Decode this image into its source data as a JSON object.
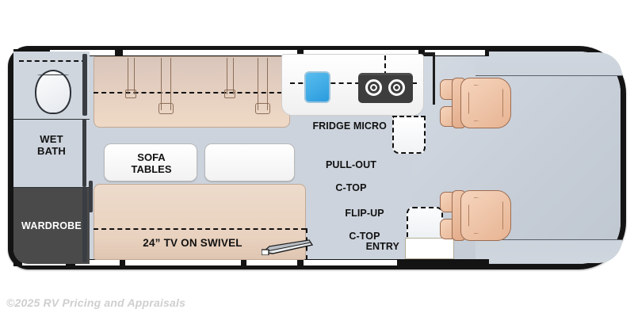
{
  "floorplan": {
    "watermark": "©2025 RV Pricing and Appraisals",
    "colors": {
      "floor": "#ccd3dc",
      "wall": "#131313",
      "bed": "#e9d2bf",
      "wardrobe": "#4a4a4a",
      "seat": "#e7b493",
      "sink": "#2a9bdd",
      "stove": "#3d3d3d",
      "table": "#ffffff"
    },
    "rooms": [
      {
        "id": "wet-bath",
        "label": "WET\nBATH",
        "label_line1": "WET",
        "label_line2": "BATH"
      },
      {
        "id": "wardrobe",
        "label": "WARDROBE"
      }
    ],
    "labels": {
      "wet_bath_1": "WET",
      "wet_bath_2": "BATH",
      "wardrobe": "WARDROBE",
      "sofa_tables_1": "SOFA",
      "sofa_tables_2": "TABLES",
      "tv": "24” TV ON SWIVEL",
      "fridge_micro": "FRIDGE MICRO",
      "pull_out_1": "PULL-OUT",
      "pull_out_2": "C-TOP",
      "flip_up_1": "FLIP-UP",
      "flip_up_2": "C-TOP",
      "entry": "ENTRY"
    },
    "fixtures": [
      {
        "id": "toilet",
        "name": "toilet"
      },
      {
        "id": "sink",
        "name": "kitchen-sink"
      },
      {
        "id": "stove",
        "name": "two-burner-cooktop"
      },
      {
        "id": "fridge",
        "name": "refrigerator"
      },
      {
        "id": "microwave",
        "name": "microwave"
      },
      {
        "id": "tv",
        "name": "24-inch-swivel-tv"
      },
      {
        "id": "seat-1",
        "name": "driver-captain-chair"
      },
      {
        "id": "seat-2",
        "name": "passenger-captain-chair"
      },
      {
        "id": "entry-step",
        "name": "entry-step"
      }
    ]
  }
}
